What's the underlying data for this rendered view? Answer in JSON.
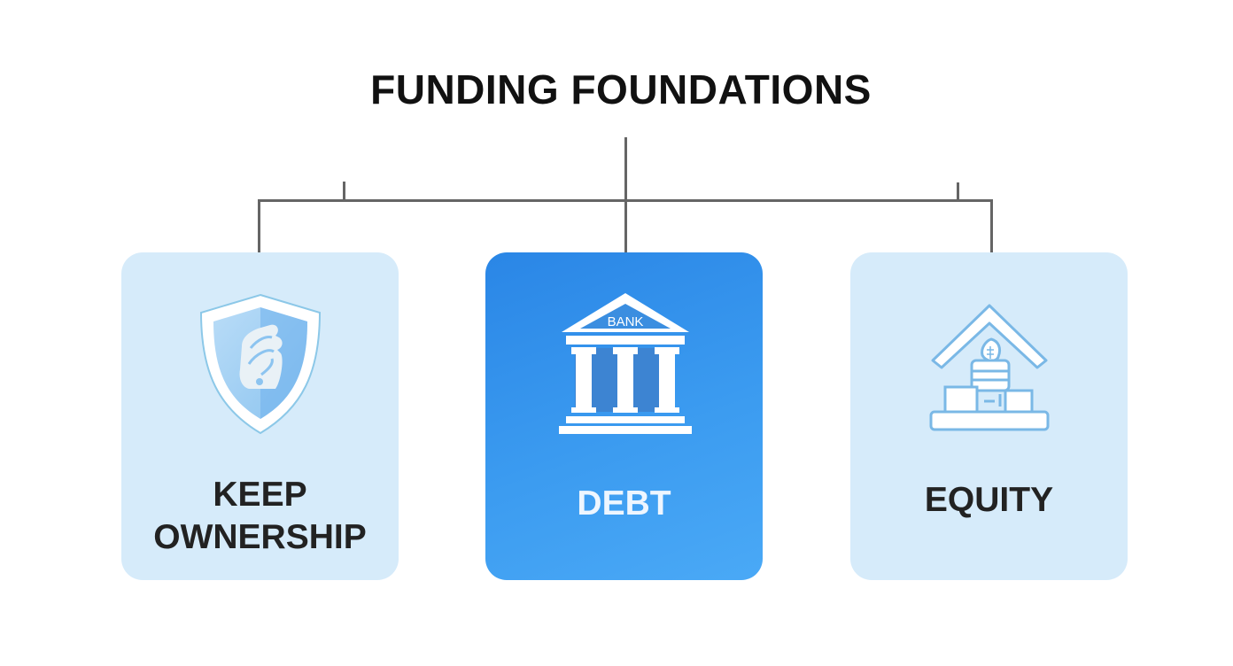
{
  "title": "FUNDING FOUNDATIONS",
  "colors": {
    "connector": "#656565",
    "card_light": "#d6ebfa",
    "card_dark_start": "#2a86e6",
    "card_dark_end": "#4aa9f6",
    "icon_stroke": "#7ab8e6"
  },
  "cards": [
    {
      "label_line1": "KEEP",
      "label_line2": "OWNERSHIP",
      "icon": "shield-hand-icon",
      "style": "light"
    },
    {
      "label": "DEBT",
      "icon": "bank-icon",
      "icon_text": "BANK",
      "style": "dark"
    },
    {
      "label": "EQUITY",
      "icon": "house-coins-icon",
      "style": "light"
    }
  ]
}
